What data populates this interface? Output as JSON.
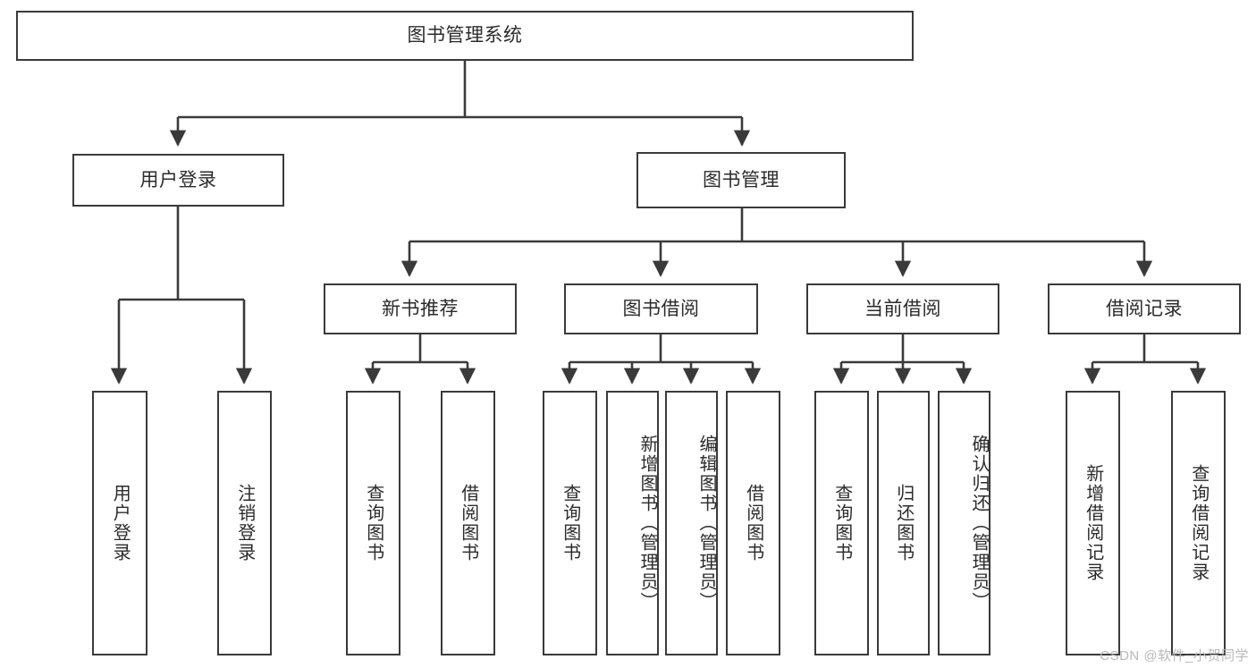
{
  "diagram": {
    "title": "图书管理系统",
    "type": "tree-hierarchy",
    "watermark": "CSDN @软件_小贺同学",
    "colors": {
      "box_border": "#3a3a3a",
      "box_fill": "#ffffff",
      "line": "#3a3a3a",
      "text": "#2b2b2b",
      "watermark": "#b9b9b9",
      "background": "#ffffff"
    },
    "root": {
      "label": "图书管理系统"
    },
    "level2": [
      {
        "label": "用户登录"
      },
      {
        "label": "图书管理"
      }
    ],
    "level3": [
      {
        "label": "新书推荐"
      },
      {
        "label": "图书借阅"
      },
      {
        "label": "当前借阅"
      },
      {
        "label": "借阅记录"
      }
    ],
    "leaves": {
      "user_login": [
        {
          "label": "用户登录"
        },
        {
          "label": "注销登录"
        }
      ],
      "new_book_recommend": [
        {
          "label": "查询图书"
        },
        {
          "label": "借阅图书"
        }
      ],
      "book_borrow": [
        {
          "label": "查询图书"
        },
        {
          "label": "新增图书（管理员）"
        },
        {
          "label": "编辑图书（管理员）"
        },
        {
          "label": "借阅图书"
        }
      ],
      "current_borrow": [
        {
          "label": "查询图书"
        },
        {
          "label": "归还图书"
        },
        {
          "label": "确认归还（管理员）"
        }
      ],
      "borrow_record": [
        {
          "label": "新增借阅记录"
        },
        {
          "label": "查询借阅记录"
        }
      ]
    }
  }
}
